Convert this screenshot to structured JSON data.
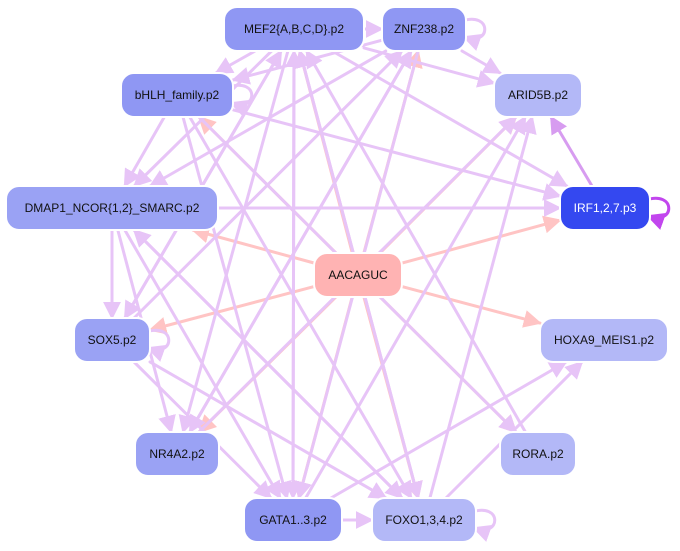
{
  "network": {
    "nodes": [
      {
        "id": "mef2",
        "label": "MEF2{A,B,C,D}.p2",
        "fill": "#8f97f3",
        "stroke": "#ffffff"
      },
      {
        "id": "znf",
        "label": "ZNF238.p2",
        "fill": "#8f97f3",
        "stroke": "#ffffff"
      },
      {
        "id": "bhlh",
        "label": "bHLH_family.p2",
        "fill": "#8f97f3",
        "stroke": "#ffffff"
      },
      {
        "id": "arid",
        "label": "ARID5B.p2",
        "fill": "#b3b8f7",
        "stroke": "#ffffff"
      },
      {
        "id": "dmap",
        "label": "DMAP1_NCOR{1,2}_SMARC.p2",
        "fill": "#9aa2f4",
        "stroke": "#ffffff"
      },
      {
        "id": "irf",
        "label": "IRF1,2,7.p3",
        "fill": "#3448f0",
        "stroke": "#ffffff"
      },
      {
        "id": "aac",
        "label": "AACAGUC",
        "fill": "#ffb3b3",
        "stroke": "#ffffff"
      },
      {
        "id": "sox5",
        "label": "SOX5.p2",
        "fill": "#9aa2f4",
        "stroke": "#ffffff"
      },
      {
        "id": "hoxa",
        "label": "HOXA9_MEIS1.p2",
        "fill": "#b3b8f7",
        "stroke": "#ffffff"
      },
      {
        "id": "nr4a",
        "label": "NR4A2.p2",
        "fill": "#9aa2f4",
        "stroke": "#ffffff"
      },
      {
        "id": "rora",
        "label": "RORA.p2",
        "fill": "#b3b8f7",
        "stroke": "#ffffff"
      },
      {
        "id": "gata",
        "label": "GATA1..3.p2",
        "fill": "#8f97f3",
        "stroke": "#ffffff"
      },
      {
        "id": "foxo",
        "label": "FOXO1,3,4.p2",
        "fill": "#b3b8f7",
        "stroke": "#ffffff"
      }
    ],
    "edges": [
      {
        "from": "aac",
        "to": "mef2",
        "color": "#ffc4c4"
      },
      {
        "from": "aac",
        "to": "znf",
        "color": "#ffc4c4"
      },
      {
        "from": "aac",
        "to": "bhlh",
        "color": "#ffc4c4"
      },
      {
        "from": "aac",
        "to": "arid",
        "color": "#ffc4c4"
      },
      {
        "from": "aac",
        "to": "dmap",
        "color": "#ffc4c4"
      },
      {
        "from": "aac",
        "to": "irf",
        "color": "#ffc4c4"
      },
      {
        "from": "aac",
        "to": "sox5",
        "color": "#ffc4c4"
      },
      {
        "from": "aac",
        "to": "hoxa",
        "color": "#ffc4c4"
      },
      {
        "from": "aac",
        "to": "nr4a",
        "color": "#ffc4c4"
      },
      {
        "from": "aac",
        "to": "rora",
        "color": "#ffc4c4"
      },
      {
        "from": "aac",
        "to": "gata",
        "color": "#ffc4c4"
      },
      {
        "from": "aac",
        "to": "foxo",
        "color": "#ffc4c4"
      },
      {
        "from": "irf",
        "to": "arid",
        "color": "#d79cf0"
      },
      {
        "from": "mef2",
        "to": "znf",
        "color": "#e7c4f7"
      },
      {
        "from": "mef2",
        "to": "bhlh",
        "color": "#e7c4f7"
      },
      {
        "from": "mef2",
        "to": "arid",
        "color": "#e7c4f7"
      },
      {
        "from": "mef2",
        "to": "dmap",
        "color": "#e7c4f7"
      },
      {
        "from": "mef2",
        "to": "irf",
        "color": "#e7c4f7"
      },
      {
        "from": "mef2",
        "to": "sox5",
        "color": "#e7c4f7"
      },
      {
        "from": "mef2",
        "to": "nr4a",
        "color": "#e7c4f7"
      },
      {
        "from": "mef2",
        "to": "gata",
        "color": "#e7c4f7"
      },
      {
        "from": "mef2",
        "to": "foxo",
        "color": "#e7c4f7"
      },
      {
        "from": "znf",
        "to": "arid",
        "color": "#e7c4f7"
      },
      {
        "from": "znf",
        "to": "bhlh",
        "color": "#e7c4f7"
      },
      {
        "from": "znf",
        "to": "dmap",
        "color": "#e7c4f7"
      },
      {
        "from": "znf",
        "to": "gata",
        "color": "#e7c4f7"
      },
      {
        "from": "znf",
        "to": "nr4a",
        "color": "#e7c4f7"
      },
      {
        "from": "bhlh",
        "to": "dmap",
        "color": "#e7c4f7"
      },
      {
        "from": "bhlh",
        "to": "irf",
        "color": "#e7c4f7"
      },
      {
        "from": "bhlh",
        "to": "gata",
        "color": "#e7c4f7"
      },
      {
        "from": "bhlh",
        "to": "foxo",
        "color": "#e7c4f7"
      },
      {
        "from": "bhlh",
        "to": "rora",
        "color": "#e7c4f7"
      },
      {
        "from": "dmap",
        "to": "sox5",
        "color": "#e7c4f7"
      },
      {
        "from": "dmap",
        "to": "gata",
        "color": "#e7c4f7"
      },
      {
        "from": "dmap",
        "to": "nr4a",
        "color": "#e7c4f7"
      },
      {
        "from": "dmap",
        "to": "foxo",
        "color": "#e7c4f7"
      },
      {
        "from": "sox5",
        "to": "gata",
        "color": "#e7c4f7"
      },
      {
        "from": "sox5",
        "to": "foxo",
        "color": "#e7c4f7"
      },
      {
        "from": "sox5",
        "to": "znf",
        "color": "#e7c4f7"
      },
      {
        "from": "sox5",
        "to": "mef2",
        "color": "#e7c4f7"
      },
      {
        "from": "gata",
        "to": "foxo",
        "color": "#e7c4f7"
      },
      {
        "from": "gata",
        "to": "arid",
        "color": "#e7c4f7"
      },
      {
        "from": "gata",
        "to": "hoxa",
        "color": "#e7c4f7"
      },
      {
        "from": "gata",
        "to": "mef2",
        "color": "#e7c4f7"
      },
      {
        "from": "foxo",
        "to": "arid",
        "color": "#e7c4f7"
      },
      {
        "from": "foxo",
        "to": "hoxa",
        "color": "#e7c4f7"
      },
      {
        "from": "foxo",
        "to": "mef2",
        "color": "#e7c4f7"
      },
      {
        "from": "foxo",
        "to": "dmap",
        "color": "#e7c4f7"
      },
      {
        "from": "nr4a",
        "to": "arid",
        "color": "#e7c4f7"
      },
      {
        "from": "nr4a",
        "to": "znf",
        "color": "#e7c4f7"
      },
      {
        "from": "rora",
        "to": "mef2",
        "color": "#e7c4f7"
      },
      {
        "from": "dmap",
        "to": "irf",
        "color": "#e7c4f7"
      }
    ],
    "self_loops": [
      {
        "node": "znf",
        "color": "#e7c4f7"
      },
      {
        "node": "bhlh",
        "color": "#e7c4f7"
      },
      {
        "node": "sox5",
        "color": "#e7c4f7"
      },
      {
        "node": "foxo",
        "color": "#e7c4f7"
      },
      {
        "node": "irf",
        "color": "#c246ee"
      }
    ]
  }
}
